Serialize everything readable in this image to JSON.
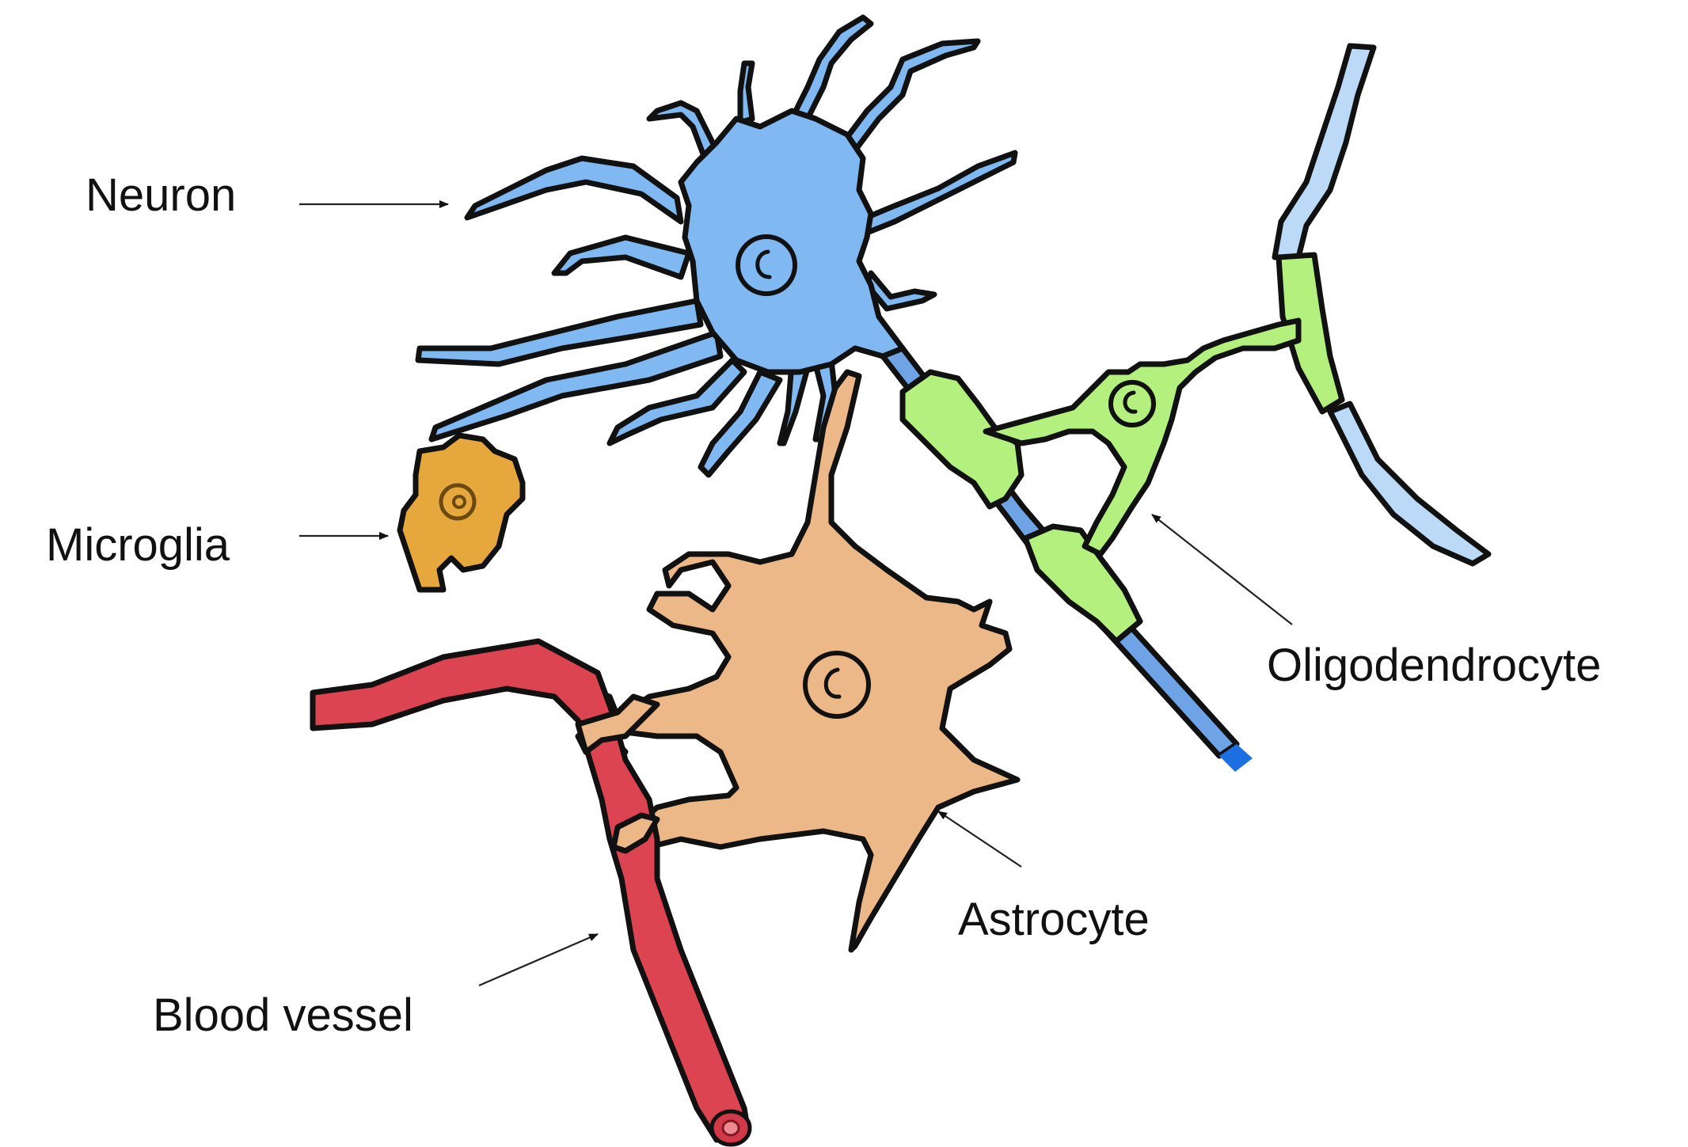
{
  "labels": {
    "neuron": "Neuron",
    "microglia": "Microglia",
    "oligodendrocyte": "Oligodendrocyte",
    "astrocyte": "Astrocyte",
    "blood_vessel": "Blood vessel"
  },
  "colors": {
    "neuron": "#80b8f2",
    "axon": "#6ea3e6",
    "axon_end": "#1b6fe0",
    "oligodendrocyte": "#b3f07e",
    "myelin_far": "#bcd9f7",
    "astrocyte": "#ecb887",
    "microglia": "#e6a83d",
    "blood_vessel": "#dc4452",
    "outline": "#111111"
  }
}
